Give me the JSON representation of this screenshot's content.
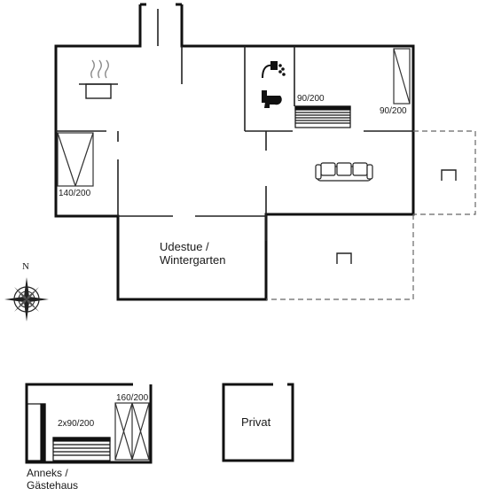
{
  "main_house": {
    "bed_left_label": "140/200",
    "bed_bath_label": "90/200",
    "bed_right_label": "90/200",
    "sunroom_label": "Udestue /\nWintergarten",
    "kitchen_icon": "cooking-pot-icon",
    "shower_icon": "shower-icon",
    "toilet_icon": "toilet-icon",
    "sofa_icon": "sofa-icon",
    "terrace_marker_icon": "terrace-marker-icon"
  },
  "compass": {
    "north_label": "N",
    "icon": "compass-rose-icon"
  },
  "annex": {
    "title": "Anneks /\nGästehaus",
    "bunk_label": "2x90/200",
    "bed_label": "160/200"
  },
  "private": {
    "label": "Privat"
  },
  "colors": {
    "wall": "#111111",
    "dashed_outline": "#555555",
    "thin_line": "#333333",
    "background": "#ffffff"
  }
}
